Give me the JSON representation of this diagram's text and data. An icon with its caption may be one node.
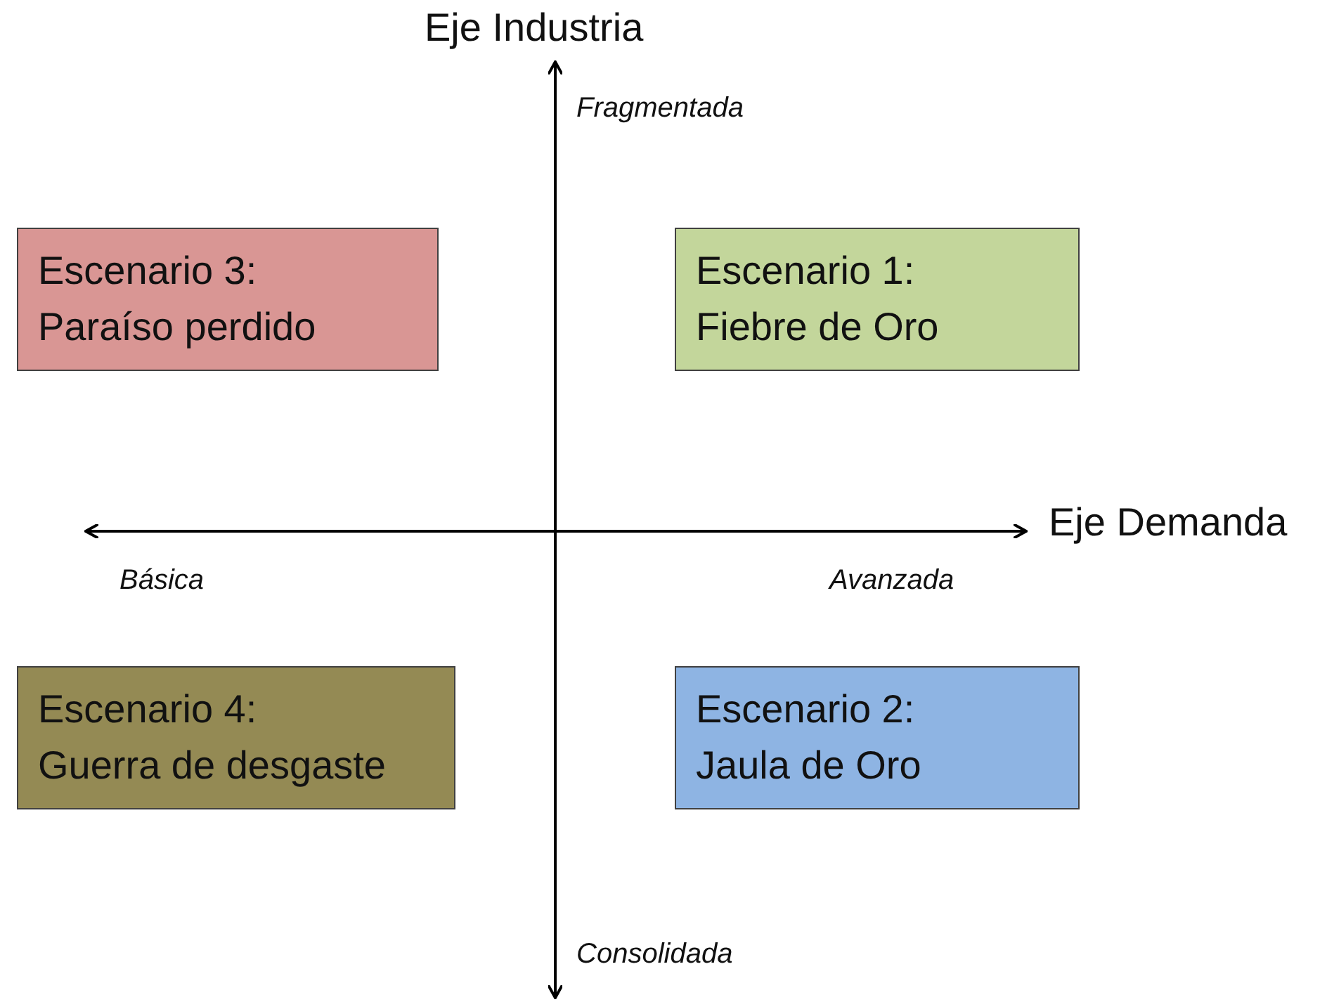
{
  "diagram": {
    "nodes": [
      {
        "text": [
          "Escenario 3: Paraíso perdido"
        ]
      },
      {
        "text": [
          "Escenario 1: Fiebre de Oro"
        ]
      },
      {
        "text": [
          "Escenario 4: Guerra de desgaste"
        ]
      },
      {
        "text": [
          "Escenario 2: Jaula de Oro"
        ]
      }
    ],
    "edges": [],
    "labels": [
      "Eje Industria",
      "Fragmentada",
      "Eje Demanda",
      "Básica",
      "Avanzada",
      "Consolidada"
    ]
  }
}
